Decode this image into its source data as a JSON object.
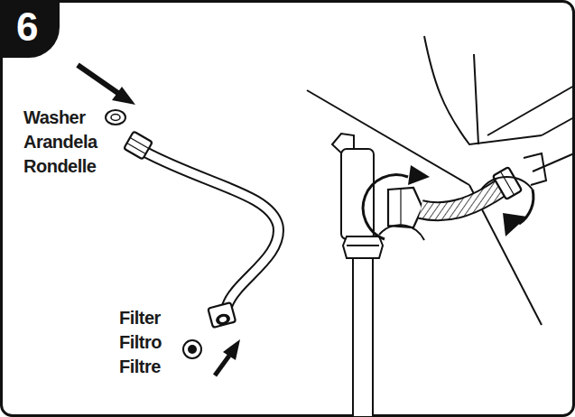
{
  "diagram": {
    "labels": [
      "6",
      "Washer",
      "Arandela",
      "Rondelle",
      "Filter",
      "Filtro",
      "Filtre"
    ]
  }
}
